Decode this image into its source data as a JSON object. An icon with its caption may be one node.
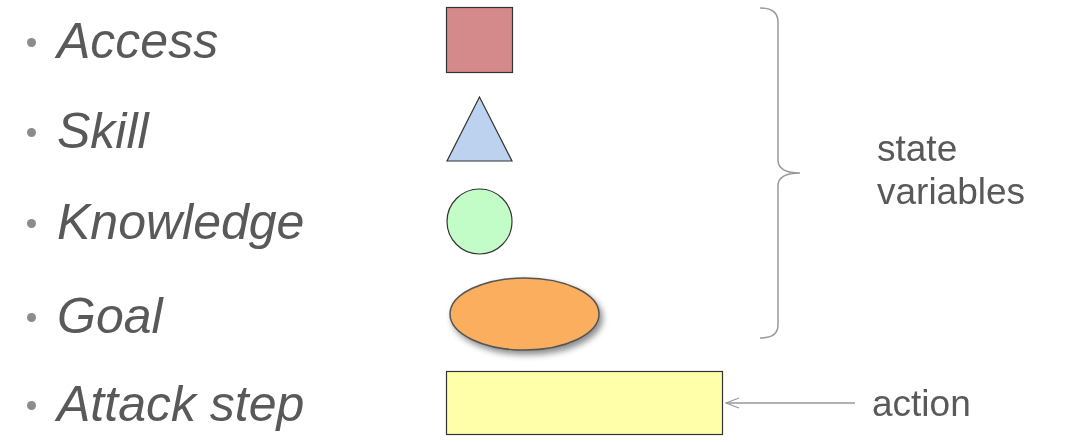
{
  "diagram": {
    "nodes": [
      {
        "text": [],
        "shape": "box"
      },
      {
        "text": [],
        "shape": "triangle"
      },
      {
        "text": [],
        "shape": "circle"
      },
      {
        "text": [],
        "shape": "ellipse"
      },
      {
        "text": [],
        "shape": "box"
      },
      {
        "text": [
          "action"
        ]
      }
    ],
    "edges": [
      {
        "from": 5,
        "to": 4,
        "arrow": "to"
      }
    ],
    "labels": [
      "Access",
      "Skill",
      "Knowledge",
      "Goal",
      "Attack step",
      "state variables"
    ]
  }
}
